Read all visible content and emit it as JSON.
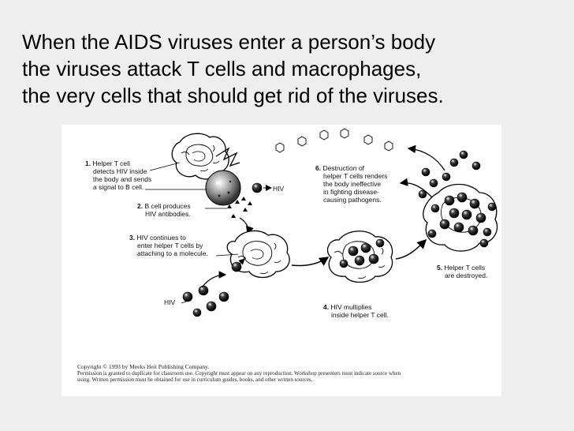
{
  "headline": {
    "lines": [
      "When the AIDS viruses enter a person’s body",
      "the viruses attack T cells and macrophages,",
      "the very cells that should get rid of the viruses."
    ]
  },
  "diagram": {
    "steps": [
      {
        "number": "1.",
        "lines": [
          "Helper T cell",
          "detects HIV inside",
          "the body and sends",
          "a signal to B cell."
        ]
      },
      {
        "number": "2.",
        "lines": [
          "B cell produces",
          "HIV antibodies."
        ]
      },
      {
        "number": "3.",
        "lines": [
          "HIV continues to",
          "enter helper T cells by",
          "attaching to a molecule."
        ]
      },
      {
        "number": "4.",
        "lines": [
          "HIV multiplies",
          "inside helper T cell."
        ]
      },
      {
        "number": "5.",
        "lines": [
          "Helper T cells",
          "are destroyed."
        ]
      },
      {
        "number": "6.",
        "lines": [
          "Destruction of",
          "helper T cells renders",
          "the body ineffective",
          "in fighting disease-",
          "causing pathogens."
        ]
      }
    ],
    "hiv_label_right": "HIV",
    "hiv_label_left": "HIV"
  },
  "copyright": {
    "line1": "Copyright © 1993 by Meeks Heit Publishing Company.",
    "line2": "Permission is granted to duplicate for classroom use. Copyright must appear on any reproduction. Workshop presenters must indicate source when",
    "line3": "using. Written permission must be obtained for use in curriculum guides, books, and other written sources."
  }
}
